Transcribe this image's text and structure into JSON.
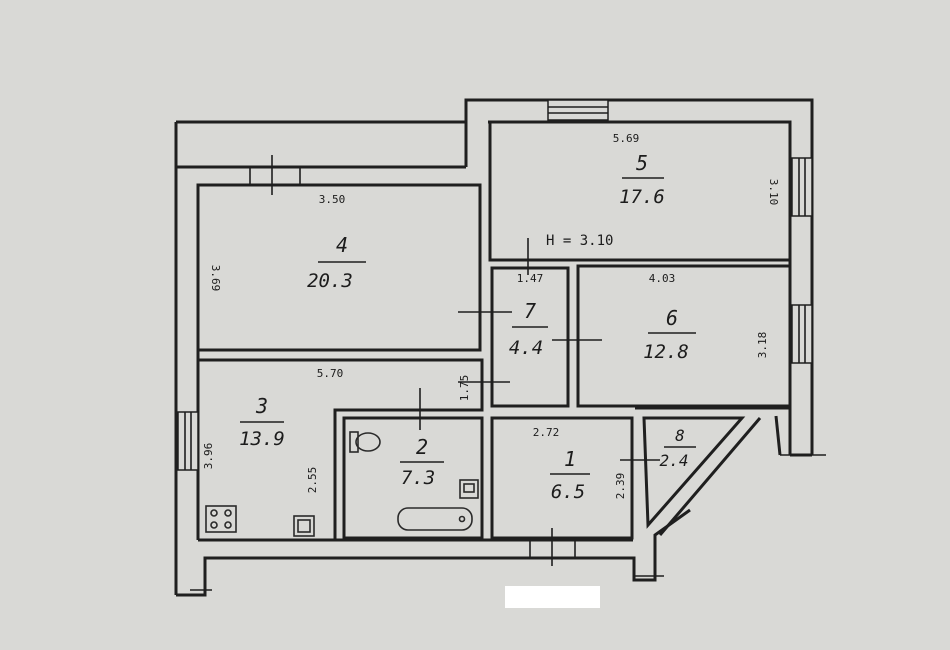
{
  "plan": {
    "height_label": "H = 3.10",
    "rooms": [
      {
        "number": "1",
        "area": "6.5"
      },
      {
        "number": "2",
        "area": "7.3"
      },
      {
        "number": "3",
        "area": "13.9"
      },
      {
        "number": "4",
        "area": "20.3"
      },
      {
        "number": "5",
        "area": "17.6"
      },
      {
        "number": "6",
        "area": "12.8"
      },
      {
        "number": "7",
        "area": "4.4"
      },
      {
        "number": "8",
        "area": "2.4"
      }
    ],
    "dimensions": {
      "r5_width": "5.69",
      "r5_depth": "3.10",
      "r4_width": "3.50",
      "r4_depth": "3.69",
      "r7_width": "1.47",
      "r6_width": "4.03",
      "r6_depth": "3.18",
      "r3_width": "5.70",
      "r3_depth": "3.96",
      "r3_inner": "2.55",
      "hall_depth": "1.75",
      "r1_width": "2.72",
      "r1_depth": "2.39"
    },
    "redaction_color": "#ffffff",
    "paper_color": "#d9d9d6",
    "line_color": "#1f1f1f"
  }
}
